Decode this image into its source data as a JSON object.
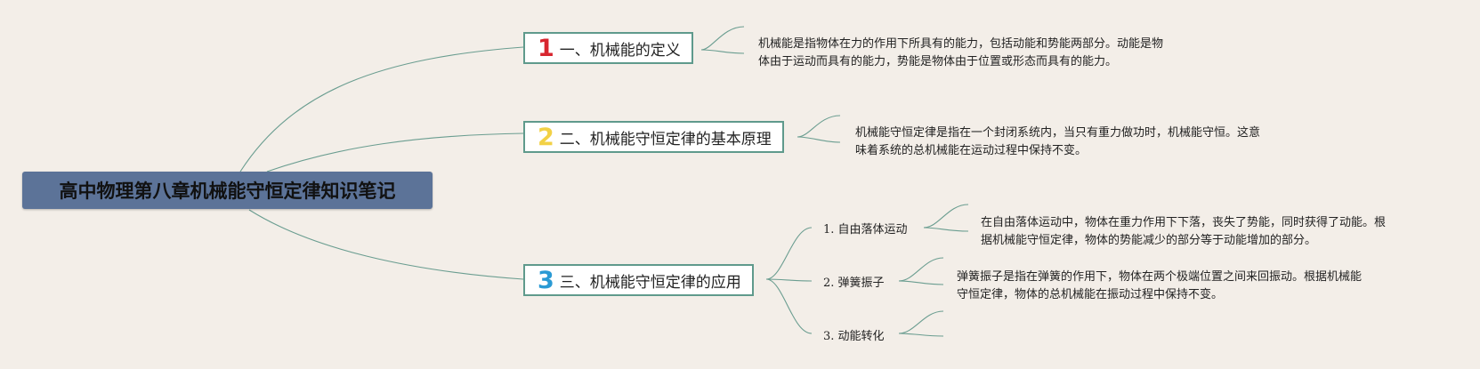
{
  "root": {
    "title": "高中物理第八章机械能守恒定律知识笔记"
  },
  "topics": [
    {
      "number": "1",
      "number_color": "#d8262f",
      "label": "一、机械能的定义",
      "note": [
        "机械能是指物体在力的作用下所具有的能力，包括动能和势能两部分。动能是物",
        "体由于运动而具有的能力，势能是物体由于位置或形态而具有的能力。"
      ]
    },
    {
      "number": "2",
      "number_color": "#f2d146",
      "label": "二、机械能守恒定律的基本原理",
      "note": [
        "机械能守恒定律是指在一个封闭系统内，当只有重力做功时，机械能守恒。这意",
        "味着系统的总机械能在运动过程中保持不变。"
      ]
    },
    {
      "number": "3",
      "number_color": "#2a9ad4",
      "label": "三、机械能守恒定律的应用",
      "subtopics": [
        {
          "label": "1. 自由落体运动",
          "note": [
            "在自由落体运动中，物体在重力作用下下落，丧失了势能，同时获得了动能。根",
            "据机械能守恒定律，物体的势能减少的部分等于动能增加的部分。"
          ]
        },
        {
          "label": "2. 弹簧振子",
          "note": [
            "弹簧振子是指在弹簧的作用下，物体在两个极端位置之间来回振动。根据机械能",
            "守恒定律，物体的总机械能在振动过程中保持不变。"
          ]
        },
        {
          "label": "3. 动能转化",
          "note": []
        }
      ]
    }
  ],
  "colors": {
    "line": "#6a9d90",
    "root_bg": "#5c7398",
    "topic_border": "#5f9a8c",
    "background": "#f3eee8"
  }
}
